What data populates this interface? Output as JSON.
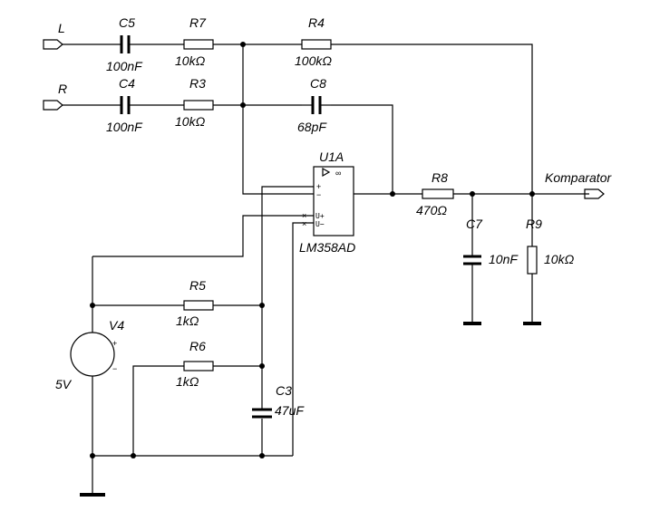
{
  "ports": {
    "L": "L",
    "R": "R",
    "out": "Komparator"
  },
  "components": {
    "C5": {
      "name": "C5",
      "value": "100nF"
    },
    "R7": {
      "name": "R7",
      "value": "10kΩ"
    },
    "R4": {
      "name": "R4",
      "value": "100kΩ"
    },
    "C4": {
      "name": "C4",
      "value": "100nF"
    },
    "R3": {
      "name": "R3",
      "value": "10kΩ"
    },
    "C8": {
      "name": "C8",
      "value": "68pF"
    },
    "U1A": {
      "name": "U1A",
      "part": "LM358AD",
      "inf": "∞",
      "uplus": "U+",
      "uminus": "U−",
      "plus": "+",
      "minus": "−"
    },
    "R8": {
      "name": "R8",
      "value": "470Ω"
    },
    "C7": {
      "name": "C7",
      "value": "10nF"
    },
    "R9": {
      "name": "R9",
      "value": "10kΩ"
    },
    "R5": {
      "name": "R5",
      "value": "1kΩ"
    },
    "R6": {
      "name": "R6",
      "value": "1kΩ"
    },
    "V4": {
      "name": "V4",
      "value": "5V",
      "plus": "+",
      "minus": "−"
    },
    "C3": {
      "name": "C3",
      "value": "47uF"
    }
  }
}
